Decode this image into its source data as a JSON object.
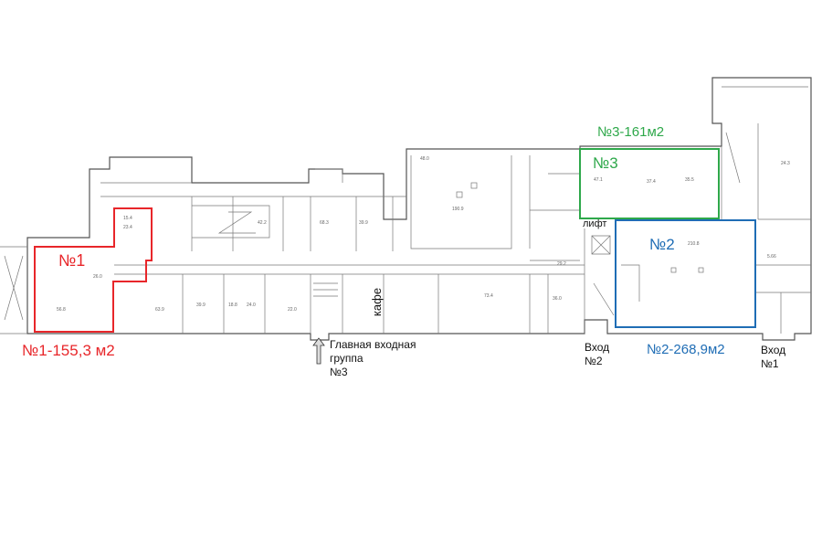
{
  "zones": [
    {
      "id": "1",
      "label": "№1",
      "caption": "№1-155,3 м2",
      "area_m2": 155.3,
      "color": "#e8262a"
    },
    {
      "id": "2",
      "label": "№2",
      "caption": "№2-268,9м2",
      "area_m2": 268.9,
      "color": "#1f6db5"
    },
    {
      "id": "3",
      "label": "№3",
      "caption": "№3-161м2",
      "area_m2": 161,
      "color": "#2ea84a"
    }
  ],
  "annotations": {
    "lift": "лифт",
    "cafe": "кафе",
    "main_entrance": [
      "Главная входная",
      "группа",
      "№3"
    ],
    "entrance2": [
      "Вход",
      "№2"
    ],
    "entrance1": [
      "Вход",
      "№1"
    ]
  }
}
